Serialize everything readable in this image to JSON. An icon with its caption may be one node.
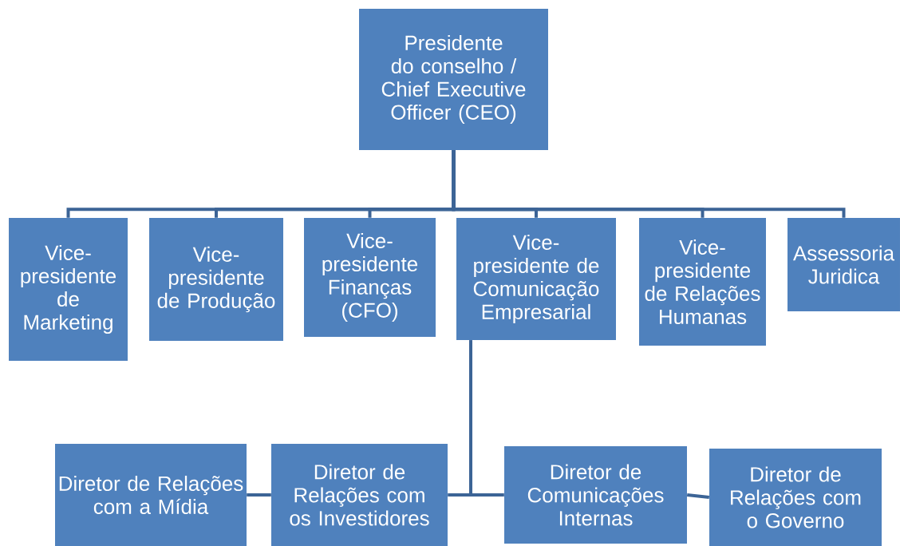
{
  "diagram": {
    "nodes": [
      {
        "text": [
          "Presidente do conselho / Chief Executive Officer (CEO)"
        ]
      },
      {
        "text": [
          "Vice-presidente de Marketing"
        ]
      },
      {
        "text": [
          "Vice-presidente de Produção"
        ]
      },
      {
        "text": [
          "Vice-presidente Finanças (CFO)"
        ]
      },
      {
        "text": [
          "Vice-presidente de Comunicação Empresarial"
        ]
      },
      {
        "text": [
          "Vice-presidente de Relações Humanas"
        ]
      },
      {
        "text": [
          "Assessoria Juridica"
        ]
      },
      {
        "text": [
          "Diretor de Relações com a Mídia"
        ]
      },
      {
        "text": [
          "Diretor de Relações com os Investidores"
        ]
      },
      {
        "text": [
          "Diretor de Comunicações Internas"
        ]
      },
      {
        "text": [
          "Diretor de Relações com o Governo"
        ]
      }
    ],
    "edges": [
      {
        "from": 0,
        "to": 1,
        "arrow": "none"
      },
      {
        "from": 0,
        "to": 2,
        "arrow": "none"
      },
      {
        "from": 0,
        "to": 3,
        "arrow": "none"
      },
      {
        "from": 0,
        "to": 4,
        "arrow": "none"
      },
      {
        "from": 0,
        "to": 5,
        "arrow": "none"
      },
      {
        "from": 0,
        "to": 6,
        "arrow": "none"
      },
      {
        "from": 4,
        "to": 8,
        "arrow": "none"
      },
      {
        "from": 4,
        "to": 9,
        "arrow": "none"
      },
      {
        "from": 8,
        "to": 7,
        "arrow": "none"
      },
      {
        "from": 9,
        "to": 10,
        "arrow": "none"
      }
    ]
  }
}
